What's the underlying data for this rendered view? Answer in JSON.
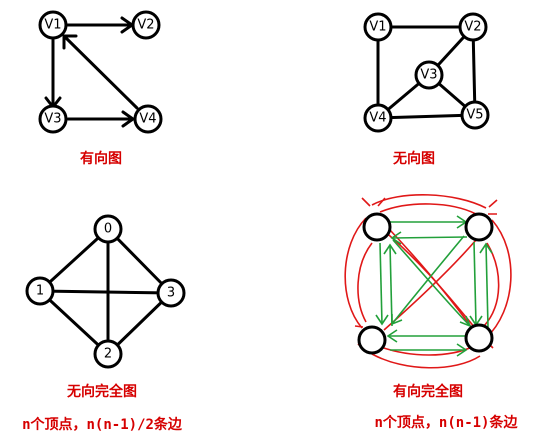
{
  "diagrams": {
    "directed": {
      "caption": "有向图",
      "nodes": {
        "v1": "V1",
        "v2": "V2",
        "v3": "V3",
        "v4": "V4"
      }
    },
    "undirected": {
      "caption": "无向图",
      "nodes": {
        "v1": "V1",
        "v2": "V2",
        "v3": "V3",
        "v4": "V4",
        "v5": "V5"
      }
    },
    "complete_undirected": {
      "caption": "无向完全图",
      "note": "n个顶点，n(n-1)/2条边",
      "nodes": {
        "n0": "0",
        "n1": "1",
        "n2": "2",
        "n3": "3"
      }
    },
    "complete_directed": {
      "caption": "有向完全图",
      "note": "n个顶点，n(n-1)条边"
    }
  }
}
